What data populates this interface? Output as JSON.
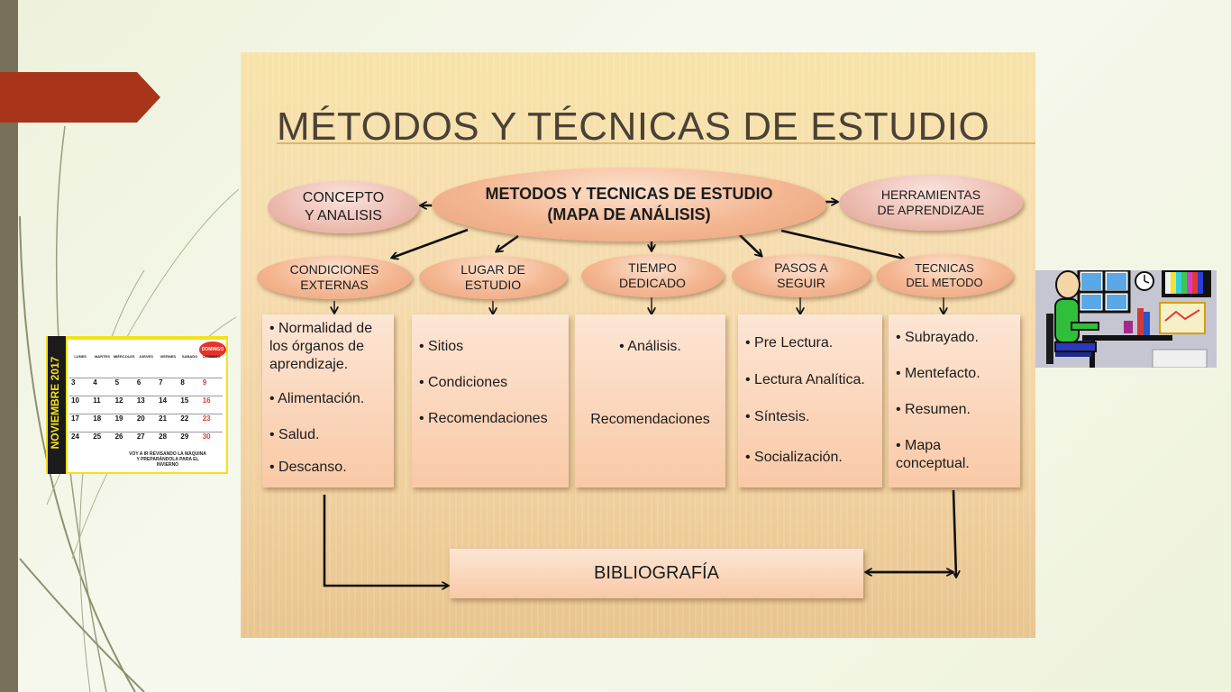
{
  "title": "MÉTODOS Y TÉCNICAS DE ESTUDIO",
  "center": {
    "line1": "METODOS Y TECNICAS DE ESTUDIO",
    "line2": "(MAPA DE ANÁLISIS)"
  },
  "concepto": {
    "line1": "CONCEPTO",
    "line2": "Y ANALISIS"
  },
  "herramientas": {
    "line1": "HERRAMIENTAS",
    "line2": "DE APRENDIZAJE"
  },
  "categories": [
    {
      "line1": "CONDICIONES",
      "line2": "EXTERNAS",
      "items": [
        "• Normalidad de los órganos de aprendizaje.",
        "• Alimentación.",
        "• Salud.",
        "• Descanso."
      ]
    },
    {
      "line1": "LUGAR DE",
      "line2": "ESTUDIO",
      "items": [
        "• Sitios",
        "• Condiciones",
        "• Recomendaciones"
      ]
    },
    {
      "line1": "TIEMPO",
      "line2": "DEDICADO",
      "items": [
        "• Análisis.",
        "Recomendaciones"
      ]
    },
    {
      "line1": "PASOS A",
      "line2": "SEGUIR",
      "items": [
        "• Pre Lectura.",
        "• Lectura Analítica.",
        "• Síntesis.",
        "• Socialización."
      ]
    },
    {
      "line1": "TECNICAS",
      "line2": "DEL METODO",
      "items": [
        "• Subrayado.",
        "• Mentefacto.",
        "• Resumen.",
        "• Mapa conceptual."
      ]
    }
  ],
  "bibliografia": "BIBLIOGRAFÍA",
  "calendar": {
    "vertical_title": "NOVIEMBRE 2017",
    "badge": "DOMINGO",
    "days": [
      "LUNES",
      "MARTES",
      "MIÉRCOLES",
      "JUEVES",
      "VIERNES",
      "SÁBADO",
      "DOMINGO"
    ],
    "numbers": [
      "3",
      "4",
      "5",
      "6",
      "7",
      "8",
      "9",
      "10",
      "11",
      "12",
      "13",
      "14",
      "15",
      "16",
      "17",
      "18",
      "19",
      "20",
      "21",
      "22",
      "23",
      "24",
      "25",
      "26",
      "27",
      "28",
      "29",
      "30"
    ],
    "caption": "VOY A IR REVISANDO LA MÁQUINA Y PREPARÁNDOLA PARA EL INVIERNO"
  },
  "colors": {
    "accent_red": "#a8341a",
    "side_strip": "#777159",
    "calendar_yellow": "#f4e11a"
  }
}
